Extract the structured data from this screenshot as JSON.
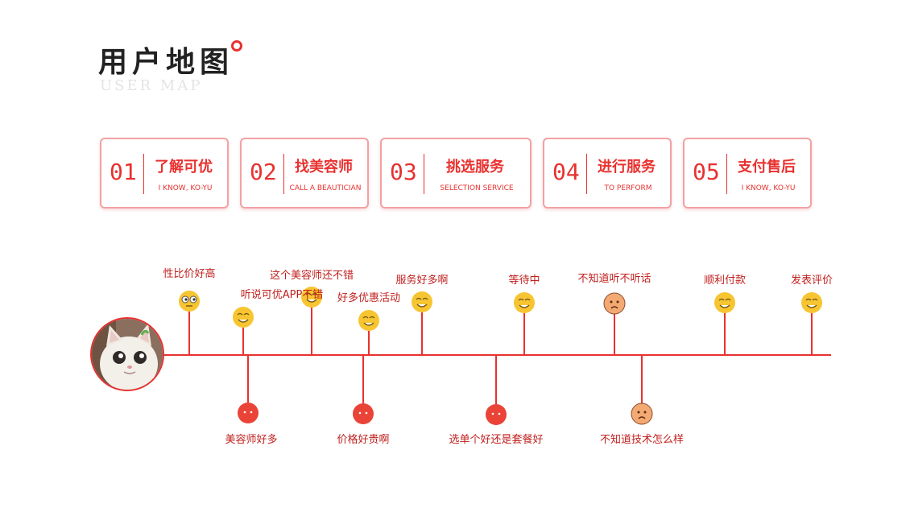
{
  "header": {
    "title": "用户地图",
    "subtitle": "USER MAP"
  },
  "steps": [
    {
      "num": "01",
      "title": "了解可优",
      "sub": "I KNOW, KO-YU"
    },
    {
      "num": "02",
      "title": "找美容师",
      "sub": "CALL A BEAUTICIAN"
    },
    {
      "num": "03",
      "title": "挑选服务",
      "sub": "SELECTION SERVICE"
    },
    {
      "num": "04",
      "title": "进行服务",
      "sub": "TO PERFORM"
    },
    {
      "num": "05",
      "title": "支付售后",
      "sub": "I KNOW, KO-YU"
    }
  ],
  "above_points": [
    {
      "label": "性比价好高",
      "mood": "confused"
    },
    {
      "label": "听说可优APP不错",
      "mood": "happy"
    },
    {
      "label": "这个美容师还不错",
      "mood": "happy"
    },
    {
      "label": "好多优惠活动",
      "mood": "happy"
    },
    {
      "label": "服务好多啊",
      "mood": "happy"
    },
    {
      "label": "等待中",
      "mood": "happy"
    },
    {
      "label": "不知道听不听话",
      "mood": "worried"
    },
    {
      "label": "顺利付款",
      "mood": "happy"
    },
    {
      "label": "发表评价",
      "mood": "happy"
    }
  ],
  "below_points": [
    {
      "label": "美容师好多",
      "mood": "unhappy"
    },
    {
      "label": "价格好贵啊",
      "mood": "unhappy"
    },
    {
      "label": "选单个好还是套餐好",
      "mood": "unhappy"
    },
    {
      "label": "不知道技术怎么样",
      "mood": "worried"
    }
  ],
  "colors": {
    "accent": "#e8312f",
    "card_border": "#f2a1a5",
    "happy_face": "#f7c531",
    "unhappy_face": "#ea4438",
    "worried_face": "#f3a972"
  }
}
